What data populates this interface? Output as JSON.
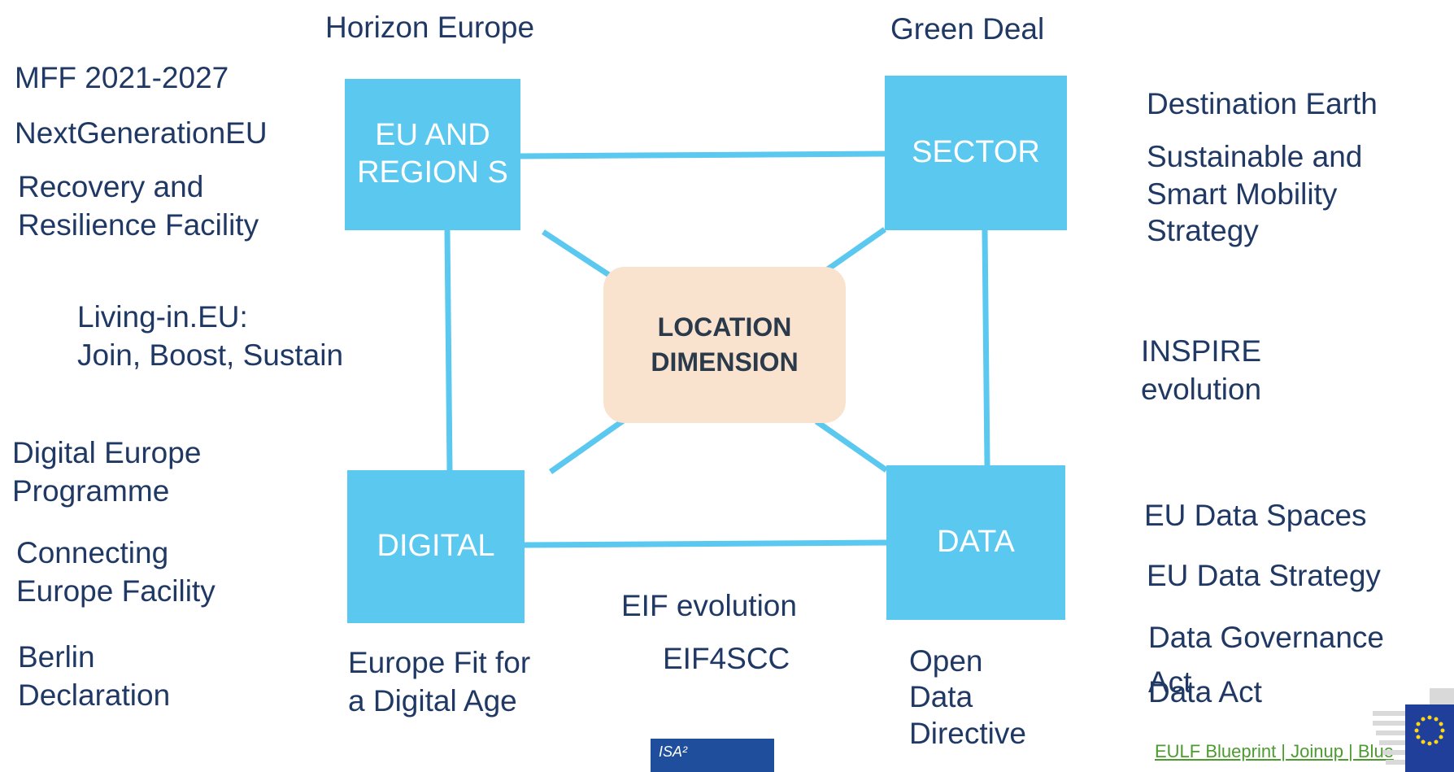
{
  "colors": {
    "box": "#5bc8ef",
    "center": "#f9e3cf",
    "text": "#1f3864",
    "connector": "#5bc8ef"
  },
  "boxes": {
    "eu_regions": "EU AND REGION S",
    "sector": "SECTOR",
    "digital": "DIGITAL",
    "data": "DATA"
  },
  "center": {
    "line1": "LOCATION",
    "line2": "DIMENSION"
  },
  "top": {
    "horizon": "Horizon Europe",
    "green_deal": "Green Deal"
  },
  "left": {
    "mff": "MFF 2021-2027",
    "nextgen": "NextGenerationEU",
    "recovery_1": "Recovery and",
    "recovery_2": "Resilience Facility",
    "living_1": "Living-in.EU:",
    "living_2": "Join, Boost, Sustain",
    "digital_europe_1": "Digital Europe",
    "digital_europe_2": "Programme",
    "cef_1": "Connecting",
    "cef_2": "Europe Facility",
    "berlin_1": "Berlin",
    "berlin_2": "Declaration"
  },
  "bottom": {
    "fit_1": "Europe Fit for",
    "fit_2": "a Digital Age",
    "eif_evolution": "EIF evolution",
    "eif4scc": "EIF4SCC",
    "open_1": "Open",
    "open_2": "Data",
    "open_3": "Directive"
  },
  "right": {
    "destination": "Destination Earth",
    "mobility_1": "Sustainable and",
    "mobility_2": "Smart Mobility",
    "mobility_3": "Strategy",
    "inspire_1": "INSPIRE",
    "inspire_2": "evolution",
    "data_spaces": "EU Data Spaces",
    "data_strategy": "EU Data Strategy",
    "governance": "Data Governance",
    "act": "Act",
    "data_act": "Data Act"
  },
  "footer": {
    "isa": "ISA²",
    "link": "EULF Blueprint | Joinup | Blue"
  },
  "icons": {
    "eu_flag": "eu-flag-icon"
  }
}
